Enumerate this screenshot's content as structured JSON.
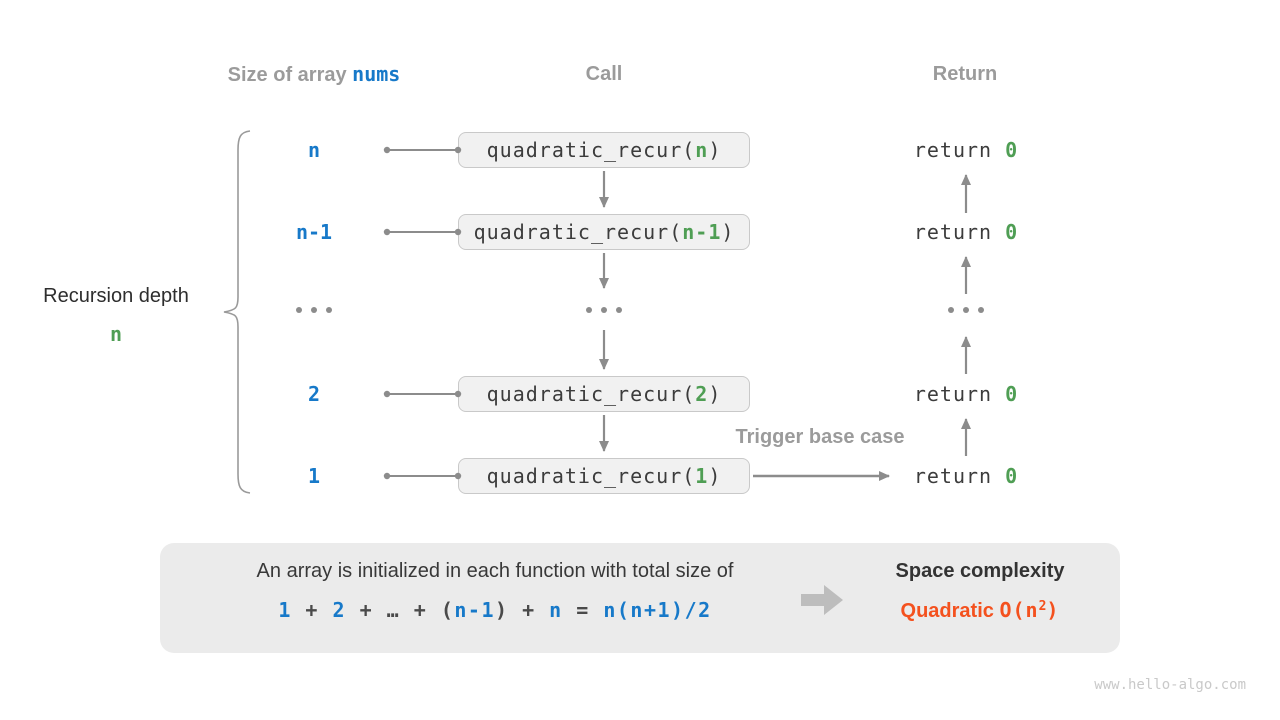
{
  "columns": {
    "size_header_prefix": "Size of array ",
    "size_header_code": "nums",
    "call_header": "Call",
    "return_header": "Return"
  },
  "left_label": {
    "line1": "Recursion depth",
    "depth_value": "n"
  },
  "rows": [
    {
      "size": "n",
      "call_pre": "quadratic_recur(",
      "call_arg": "n",
      "call_close": ")",
      "return_kw": "return ",
      "return_val": "0"
    },
    {
      "size": "n-1",
      "call_pre": "quadratic_recur(",
      "call_arg": "n-1",
      "call_close": ")",
      "return_kw": "return ",
      "return_val": "0"
    },
    {
      "ellipsis": "..."
    },
    {
      "size": "2",
      "call_pre": "quadratic_recur(",
      "call_arg": "2",
      "call_close": ")",
      "return_kw": "return ",
      "return_val": "0"
    },
    {
      "size": "1",
      "call_pre": "quadratic_recur(",
      "call_arg": "1",
      "call_close": ")",
      "return_kw": "return ",
      "return_val": "0"
    }
  ],
  "trigger_label": "Trigger base case",
  "summary": {
    "line1": "An array is initialized in each function with total size of",
    "formula_tokens": [
      {
        "t": "1",
        "c": "tok-b"
      },
      {
        "t": " + ",
        "c": "tok-d"
      },
      {
        "t": "2",
        "c": "tok-b"
      },
      {
        "t": " + ",
        "c": "tok-d"
      },
      {
        "t": "…",
        "c": "tok-d"
      },
      {
        "t": " + ",
        "c": "tok-d"
      },
      {
        "t": "(",
        "c": "tok-d"
      },
      {
        "t": "n-1",
        "c": "tok-b"
      },
      {
        "t": ")",
        "c": "tok-d"
      },
      {
        "t": " + ",
        "c": "tok-d"
      },
      {
        "t": "n",
        "c": "tok-b"
      },
      {
        "t": " = ",
        "c": "tok-d"
      },
      {
        "t": "n(n+1)/2",
        "c": "tok-b"
      }
    ],
    "result_title": "Space complexity",
    "result_tokens": [
      {
        "t": "Quadratic",
        "c": "tok-o"
      },
      {
        "t": "  ",
        "c": "tok-o"
      },
      {
        "t": "O(n",
        "c": "tok-om"
      },
      {
        "t": "2",
        "c": "tok-sup"
      },
      {
        "t": ")",
        "c": "tok-om"
      }
    ]
  },
  "watermark": "www.hello-algo.com",
  "colors": {
    "blue": "#1779C9",
    "green": "#4F9E54",
    "orange": "#F4511E",
    "gray-head": "#9B9B9B",
    "dark": "#3C3C3C",
    "arrow": "#8C8C8C",
    "box-bg": "#F1F1F1",
    "box-border": "#C9C9C9",
    "panel-bg": "#EBEBEB",
    "watermark": "#C9C9C9"
  }
}
